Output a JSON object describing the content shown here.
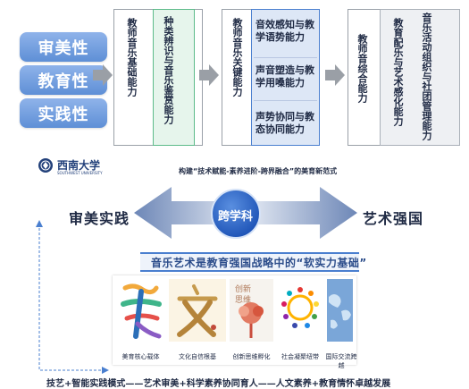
{
  "pills": [
    "审美性",
    "教育性",
    "实践性"
  ],
  "col1": "教师音乐基础能力",
  "col2": "种类辨识与音乐鉴赏能力",
  "col3": "教师音乐关键能力",
  "col4_items": [
    "音效感知与教学语势能力",
    "声音塑造与教学用嗓能力",
    "声势协同与教态协同能力"
  ],
  "col5": "教师音综合能力",
  "col6": "教育配乐与艺术感化能力",
  "col7": "音乐活动组织与社团管理能力",
  "logo": {
    "name": "西南大学",
    "sub": "SOUTHWEST UNIVERSITY"
  },
  "heading": "构建“技术赋能-素养进阶-跨界融合”的美育新范式",
  "left_label": "审美实践",
  "center_label": "跨学科",
  "right_label": "艺术强国",
  "banner": "音乐艺术是教育强国战略中的“软实力基础”",
  "images": [
    {
      "caption": "美育核心载体",
      "icon": "mei-calligraphy-image"
    },
    {
      "caption": "文化自信根基",
      "icon": "wen-calligraphy-image"
    },
    {
      "caption": "创新思维孵化",
      "icon": "innovation-tree-image"
    },
    {
      "caption": "社会凝聚纽带",
      "icon": "people-circle-image"
    },
    {
      "caption": "国际交流跨越",
      "icon": "world-map-image"
    }
  ],
  "footer": "技艺+智能实践模式——艺术审美+科学素养协同育人——人文素养+教育情怀卓越发展",
  "colors": {
    "pill_blue": "#5e8fd6",
    "green_border": "#5dbb8a",
    "blue_border": "#4a7fcf",
    "banner_text": "#2b4c8a"
  }
}
